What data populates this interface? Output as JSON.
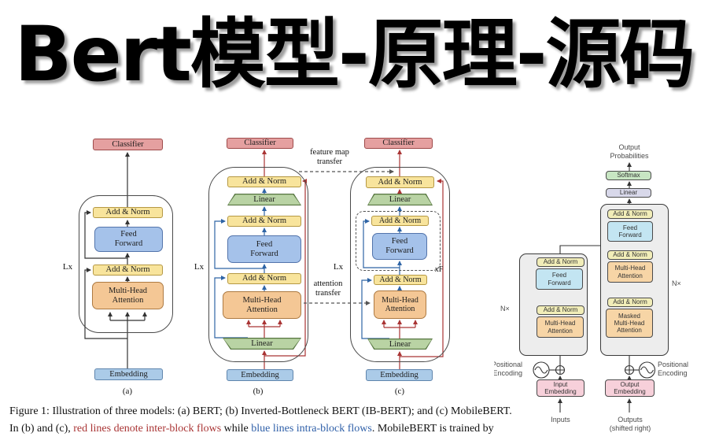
{
  "title": "Bert模型-原理-源码",
  "mobilebert_figure": {
    "blocks": {
      "classifier": "Classifier",
      "add_norm": "Add & Norm",
      "feed_forward": "Feed\nForward",
      "multi_head_attention": "Multi-Head\nAttention",
      "linear": "Linear",
      "embedding": "Embedding"
    },
    "annotations": {
      "lx": "Lx",
      "xf": "xF",
      "feature_map_transfer": "feature map\ntransfer",
      "attention_transfer": "attention\ntransfer",
      "label_a": "(a)",
      "label_b": "(b)",
      "label_c": "(c)"
    },
    "colors": {
      "classifier_fill": "#e5a0a0",
      "add_norm_fill": "#f8e49c",
      "feed_forward_fill": "#a5c2ea",
      "attention_fill": "#f4c795",
      "embedding_fill": "#abcbe8",
      "linear_fill": "#b9d3a4",
      "inter_block_line": "#a93434",
      "intra_block_line": "#2e64a5"
    }
  },
  "transformer_figure": {
    "labels": {
      "output_probabilities": "Output\nProbabilities",
      "softmax": "Softmax",
      "linear": "Linear",
      "add_norm": "Add & Norm",
      "feed_forward": "Feed\nForward",
      "multi_head_attention": "Multi-Head\nAttention",
      "masked_multi_head_attention": "Masked\nMulti-Head\nAttention",
      "nx": "N×",
      "positional_encoding": "Positional\nEncoding",
      "input_embedding": "Input\nEmbedding",
      "output_embedding": "Output\nEmbedding",
      "inputs": "Inputs",
      "outputs": "Outputs\n(shifted right)"
    },
    "colors": {
      "add_norm_fill": "#f1edb8",
      "feed_forward_fill": "#c3e5f2",
      "attention_fill": "#f7d5a6",
      "softmax_fill": "#c8e6c3",
      "linear_fill": "#d8d8ea",
      "embedding_fill": "#f7d0da",
      "stack_fill": "#ededed"
    }
  },
  "caption": {
    "line1": "Figure 1: Illustration of three models: (a) BERT; (b) Inverted-Bottleneck BERT (IB-BERT); and (c) MobileBERT.",
    "line2": {
      "part1": "In (b) and (c), ",
      "red_text": "red lines denote inter-block flows",
      "part2": " while ",
      "blue_text": "blue lines intra-block flows",
      "part3": ".  MobileBERT is trained by"
    }
  }
}
